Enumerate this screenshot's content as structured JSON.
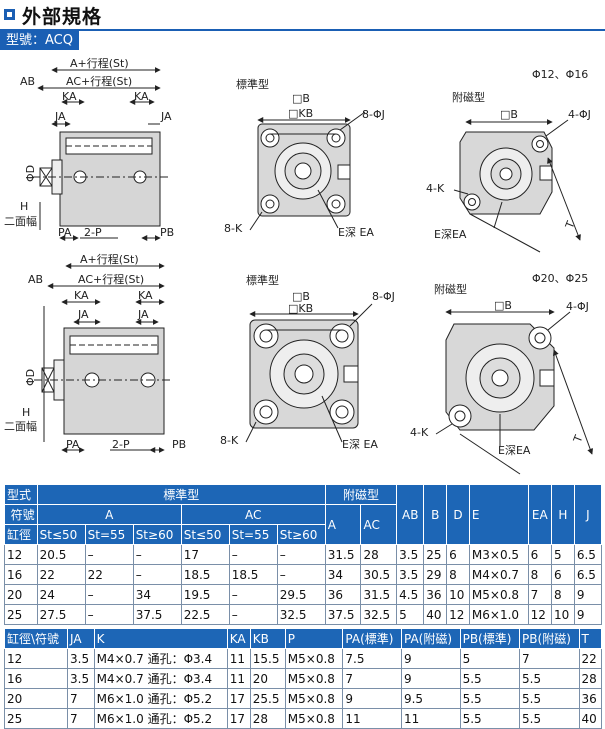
{
  "header": {
    "title": "外部規格",
    "model": "型號：ACQ"
  },
  "drawings": {
    "small_sizes": "Φ12、Φ16",
    "large_sizes": "Φ20、Φ25",
    "standard_type": "標準型",
    "magnetic_type": "附磁型",
    "lbl_a_st": "A+行程(St)",
    "lbl_ac_st": "AC+行程(St)",
    "lbl_ab": "AB",
    "lbl_ka": "KA",
    "lbl_ja": "JA",
    "lbl_pa": "PA",
    "lbl_2p": "2-P",
    "lbl_pb": "PB",
    "lbl_h": "H",
    "lbl_two_flats": "二面幅",
    "lbl_d": "ΦD",
    "lbl_b": "□B",
    "lbl_kb": "□KB",
    "lbl_8j": "8-ΦJ",
    "lbl_4j": "4-ΦJ",
    "lbl_8k": "8-K",
    "lbl_4k": "4-K",
    "lbl_ea": "E深 EA",
    "lbl_ea_mag": "E深EA",
    "lbl_t": "T"
  },
  "table1": {
    "h_model": "型式",
    "h_symbol": "符號",
    "h_bore": "缸徑",
    "h_standard": "標準型",
    "h_magnetic": "附磁型",
    "h_a": "A",
    "h_ac": "AC",
    "sub": [
      "St≤50",
      "St=55",
      "St≥60",
      "St≤50",
      "St=55",
      "St≥60"
    ],
    "cols": [
      "AB",
      "B",
      "D",
      "E",
      "EA",
      "H",
      "J"
    ],
    "rows": [
      [
        "12",
        "20.5",
        "–",
        "–",
        "17",
        "–",
        "–",
        "31.5",
        "28",
        "3.5",
        "25",
        "6",
        "M3×0.5",
        "6",
        "5",
        "6.5"
      ],
      [
        "16",
        "22",
        "22",
        "–",
        "18.5",
        "18.5",
        "–",
        "34",
        "30.5",
        "3.5",
        "29",
        "8",
        "M4×0.7",
        "8",
        "6",
        "6.5"
      ],
      [
        "20",
        "24",
        "–",
        "34",
        "19.5",
        "–",
        "29.5",
        "36",
        "31.5",
        "4.5",
        "36",
        "10",
        "M5×0.8",
        "7",
        "8",
        "9"
      ],
      [
        "25",
        "27.5",
        "–",
        "37.5",
        "22.5",
        "–",
        "32.5",
        "37.5",
        "32.5",
        "5",
        "40",
        "12",
        "M6×1.0",
        "12",
        "10",
        "9"
      ]
    ]
  },
  "table2": {
    "headers": [
      "缸徑\\符號",
      "JA",
      "K",
      "KA",
      "KB",
      "P",
      "PA(標準)",
      "PA(附磁)",
      "PB(標準)",
      "PB(附磁)",
      "T"
    ],
    "rows": [
      [
        "12",
        "3.5",
        "M4×0.7 通孔：Φ3.4",
        "11",
        "15.5",
        "M5×0.8",
        "7.5",
        "9",
        "5",
        "7",
        "22"
      ],
      [
        "16",
        "3.5",
        "M4×0.7 通孔：Φ3.4",
        "11",
        "20",
        "M5×0.8",
        "7",
        "9",
        "5.5",
        "5.5",
        "28"
      ],
      [
        "20",
        "7",
        "M6×1.0 通孔：Φ5.2",
        "17",
        "25.5",
        "M5×0.8",
        "9",
        "9.5",
        "5.5",
        "5.5",
        "36"
      ],
      [
        "25",
        "7",
        "M6×1.0 通孔：Φ5.2",
        "17",
        "28",
        "M5×0.8",
        "11",
        "11",
        "5.5",
        "5.5",
        "40"
      ]
    ]
  },
  "colors": {
    "accent": "#1a5fb4",
    "table_header": "#1d66b6",
    "part_gray": "#d4d4d4"
  }
}
